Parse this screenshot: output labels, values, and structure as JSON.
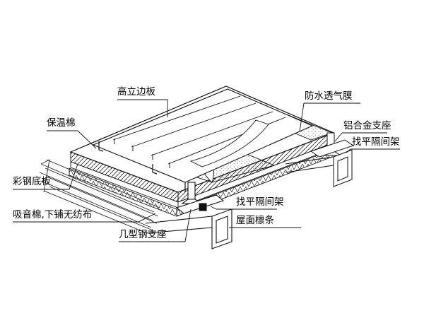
{
  "labels": {
    "standing_seam_panel": "高立边板",
    "waterproof_breathable_membrane": "防水透气膜",
    "insulation_cotton": "保温棉",
    "aluminum_alloy_support": "铝合金支座",
    "leveling_spacer_frame_right": "找平隔间架",
    "color_steel_bottom_plate": "彩钢底板",
    "leveling_spacer_frame_middle": "找平隔间架",
    "sound_absorbing_cotton": "吸音棉,下铺无纺布",
    "roof_purlin": "屋面檩条",
    "j_type_steel_support": "几型钢支座"
  }
}
